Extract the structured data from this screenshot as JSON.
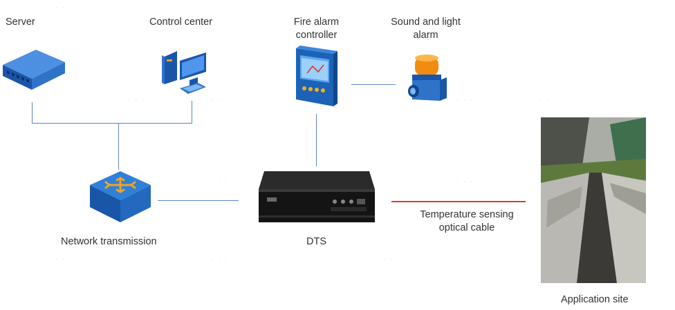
{
  "nodes": {
    "server": "Server",
    "control_center": "Control center",
    "fire_alarm": "Fire alarm controller",
    "sound_light": "Sound and light alarm",
    "network": "Network transmission",
    "dts": "DTS",
    "cable": "Temperature sensing optical cable",
    "site": "Application site"
  },
  "icons": {
    "server": "network-switch-icon",
    "control_center": "desktop-computer-icon",
    "fire_alarm": "fire-alarm-panel-icon",
    "sound_light": "strobe-siren-icon",
    "network": "network-router-icon",
    "dts": "dts-rack-unit-icon",
    "site": "cable-tunnel-photo"
  },
  "colors": {
    "connector": "#5b86c5",
    "fiber": "#d83a2f",
    "device_blue": "#1c63b8",
    "label": "#333333"
  }
}
